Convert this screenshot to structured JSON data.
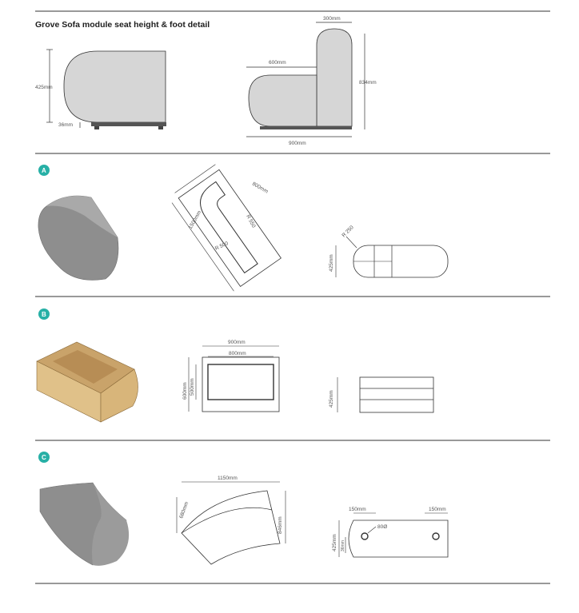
{
  "title": "Grove Sofa module seat height & foot detail",
  "colors": {
    "accent": "#27b0a6",
    "rule": "#333333",
    "grey_fill": "#d6d6d6",
    "wood": "#d9b57a"
  },
  "top": {
    "side_height": "425mm",
    "foot_height": "36mm",
    "arm_width": "300mm",
    "seat_depth": "600mm",
    "total_height": "834mm",
    "total_depth": "900mm"
  },
  "sections": [
    {
      "badge": "A",
      "length": "1500mm",
      "width": "800mm",
      "radius_outer": "R 550",
      "radius_inner": "R 500",
      "elev_radius": "R 250",
      "height": "425mm"
    },
    {
      "badge": "B",
      "outer_width": "900mm",
      "inner_width": "800mm",
      "outer_depth": "600mm",
      "inner_depth": "500mm",
      "height": "425mm"
    },
    {
      "badge": "C",
      "length": "1150mm",
      "width": "680mm",
      "depth": "846mm",
      "leg_left": "150mm",
      "leg_right": "150mm",
      "leg_dia": "80Ø",
      "height": "425mm",
      "foot": "36mm"
    }
  ]
}
